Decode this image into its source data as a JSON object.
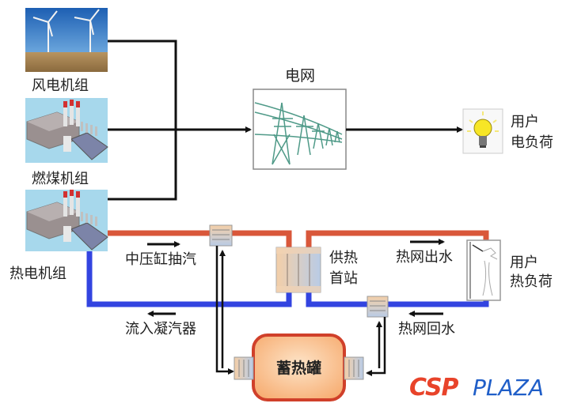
{
  "labels": {
    "wind_unit": "风电机组",
    "coal_unit": "燃煤机组",
    "chp_unit": "热电机组",
    "grid": "电网",
    "user_power_line1": "用户",
    "user_power_line2": "电负荷",
    "ip_extraction": "中压缸抽汽",
    "to_condenser": "流入凝汽器",
    "heat_station_line1": "供热",
    "heat_station_line2": "首站",
    "supply_water": "热网出水",
    "return_water": "热网回水",
    "user_heat_line1": "用户",
    "user_heat_line2": "热负荷",
    "storage_tank": "蓄热罐"
  },
  "logo": {
    "part1": "CSP",
    "part2": "PLAZA"
  },
  "colors": {
    "hot_pipe": "#d9573a",
    "cold_pipe": "#3344e0",
    "wire": "#111111",
    "logo_red": "#e8432a",
    "logo_blue": "#1f5ec8",
    "tank_border": "#d0402a",
    "tank_fill": "#fbc79a"
  },
  "icons": {
    "wind": "wind-turbine-icon",
    "coal": "power-plant-icon",
    "chp": "power-plant-icon",
    "grid": "transmission-tower-icon",
    "power_load": "light-bulb-icon",
    "heat_load": "radiator-icon"
  }
}
